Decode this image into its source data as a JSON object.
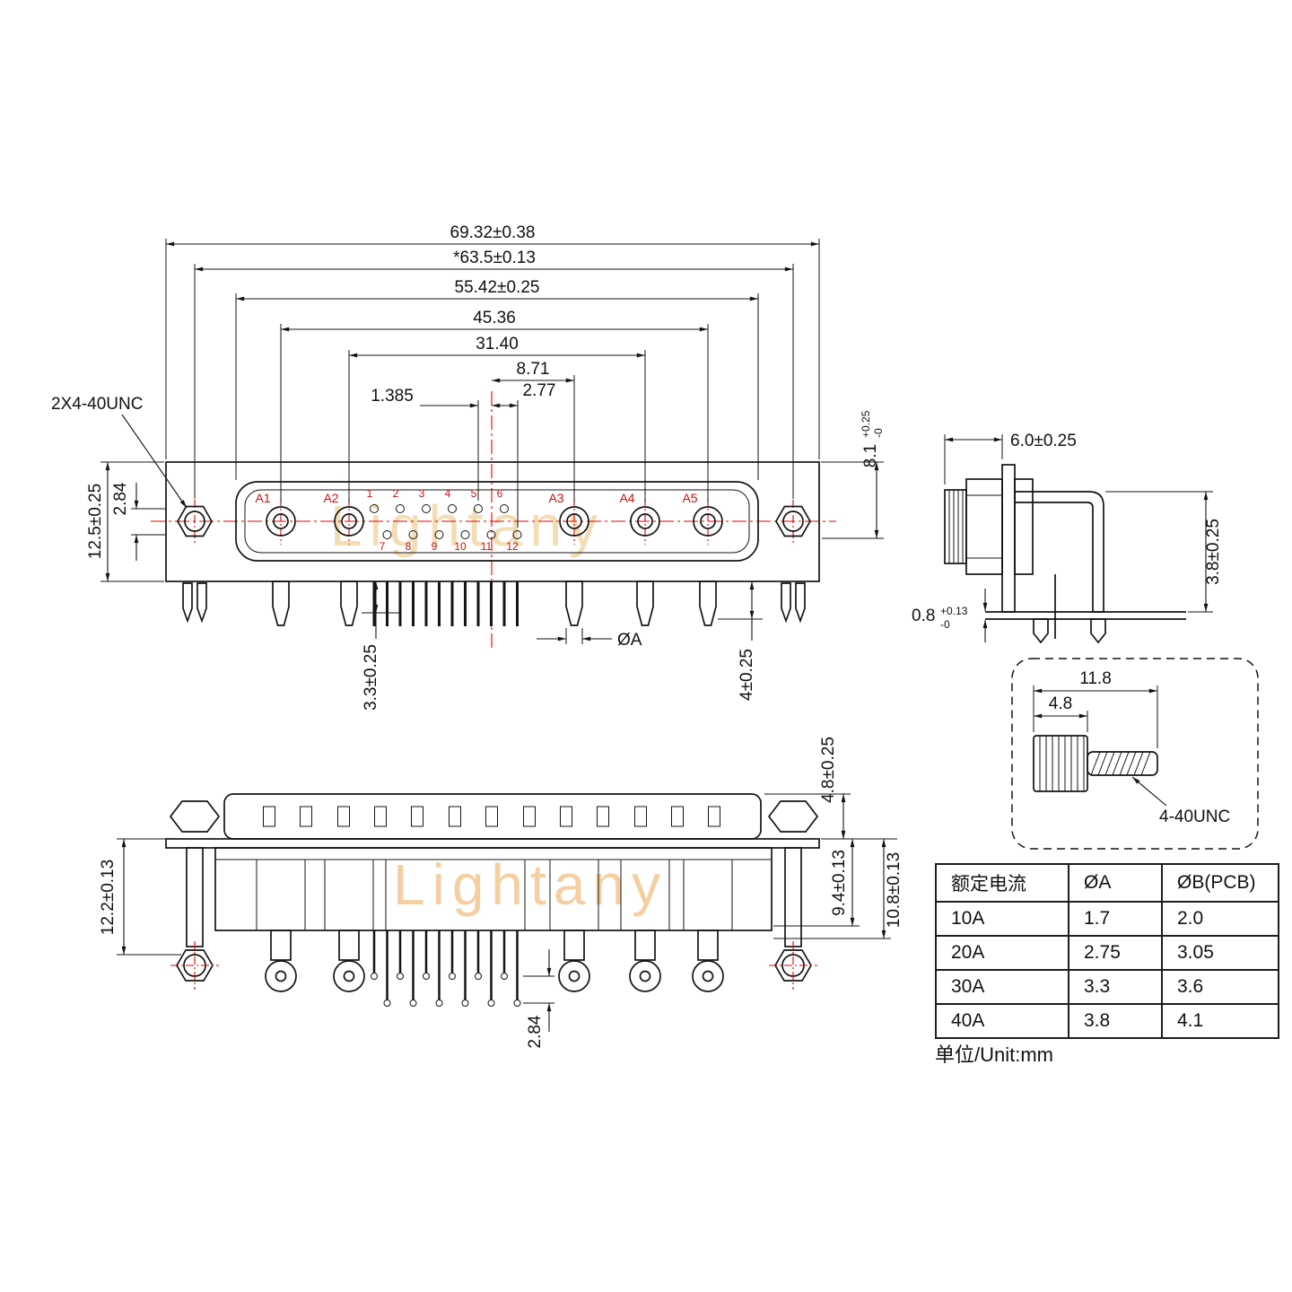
{
  "watermark": "Lightany",
  "front": {
    "title_thread": "2X4-40UNC",
    "dims": {
      "overall": "69.32±0.38",
      "mount": "*63.5±0.13",
      "flange": "55.42±0.25",
      "a1a5": "45.36",
      "a2a4": "31.40",
      "center_a3": "8.71",
      "pin_pitch": "2.77",
      "half_pitch": "1.385",
      "body_h": "12.5±0.25",
      "row_gap": "2.84",
      "tail_small": "3.3±0.25",
      "tail_big": "4±0.25",
      "dia": "ØA",
      "h81": "8.1",
      "h81_sup": "+0.25",
      "h81_sub": "-0"
    },
    "contacts": [
      "A1",
      "A2",
      "A3",
      "A4",
      "A5"
    ],
    "pins_top": [
      "1",
      "2",
      "3",
      "4",
      "5",
      "6"
    ],
    "pins_bottom": [
      "7",
      "8",
      "9",
      "10",
      "11",
      "12"
    ]
  },
  "side": {
    "dims": {
      "w": "6.0±0.25",
      "h": "3.8±0.25",
      "pcb": "0.8",
      "pcb_sup": "+0.13",
      "pcb_sub": "-0"
    }
  },
  "screw": {
    "len": "11.8",
    "head": "4.8",
    "thread": "4-40UNC"
  },
  "bottom": {
    "dims": {
      "h": "12.2±0.13",
      "front": "4.8±0.25",
      "bend1": "9.4±0.13",
      "bend2": "10.8±0.13",
      "tip_gap": "2.84"
    }
  },
  "table": {
    "headers": [
      "额定电流",
      "ØA",
      "ØB(PCB)"
    ],
    "rows": [
      [
        "10A",
        "1.7",
        "2.0"
      ],
      [
        "20A",
        "2.75",
        "3.05"
      ],
      [
        "30A",
        "3.3",
        "3.6"
      ],
      [
        "40A",
        "3.8",
        "4.1"
      ]
    ]
  },
  "unit": "单位/Unit:mm"
}
